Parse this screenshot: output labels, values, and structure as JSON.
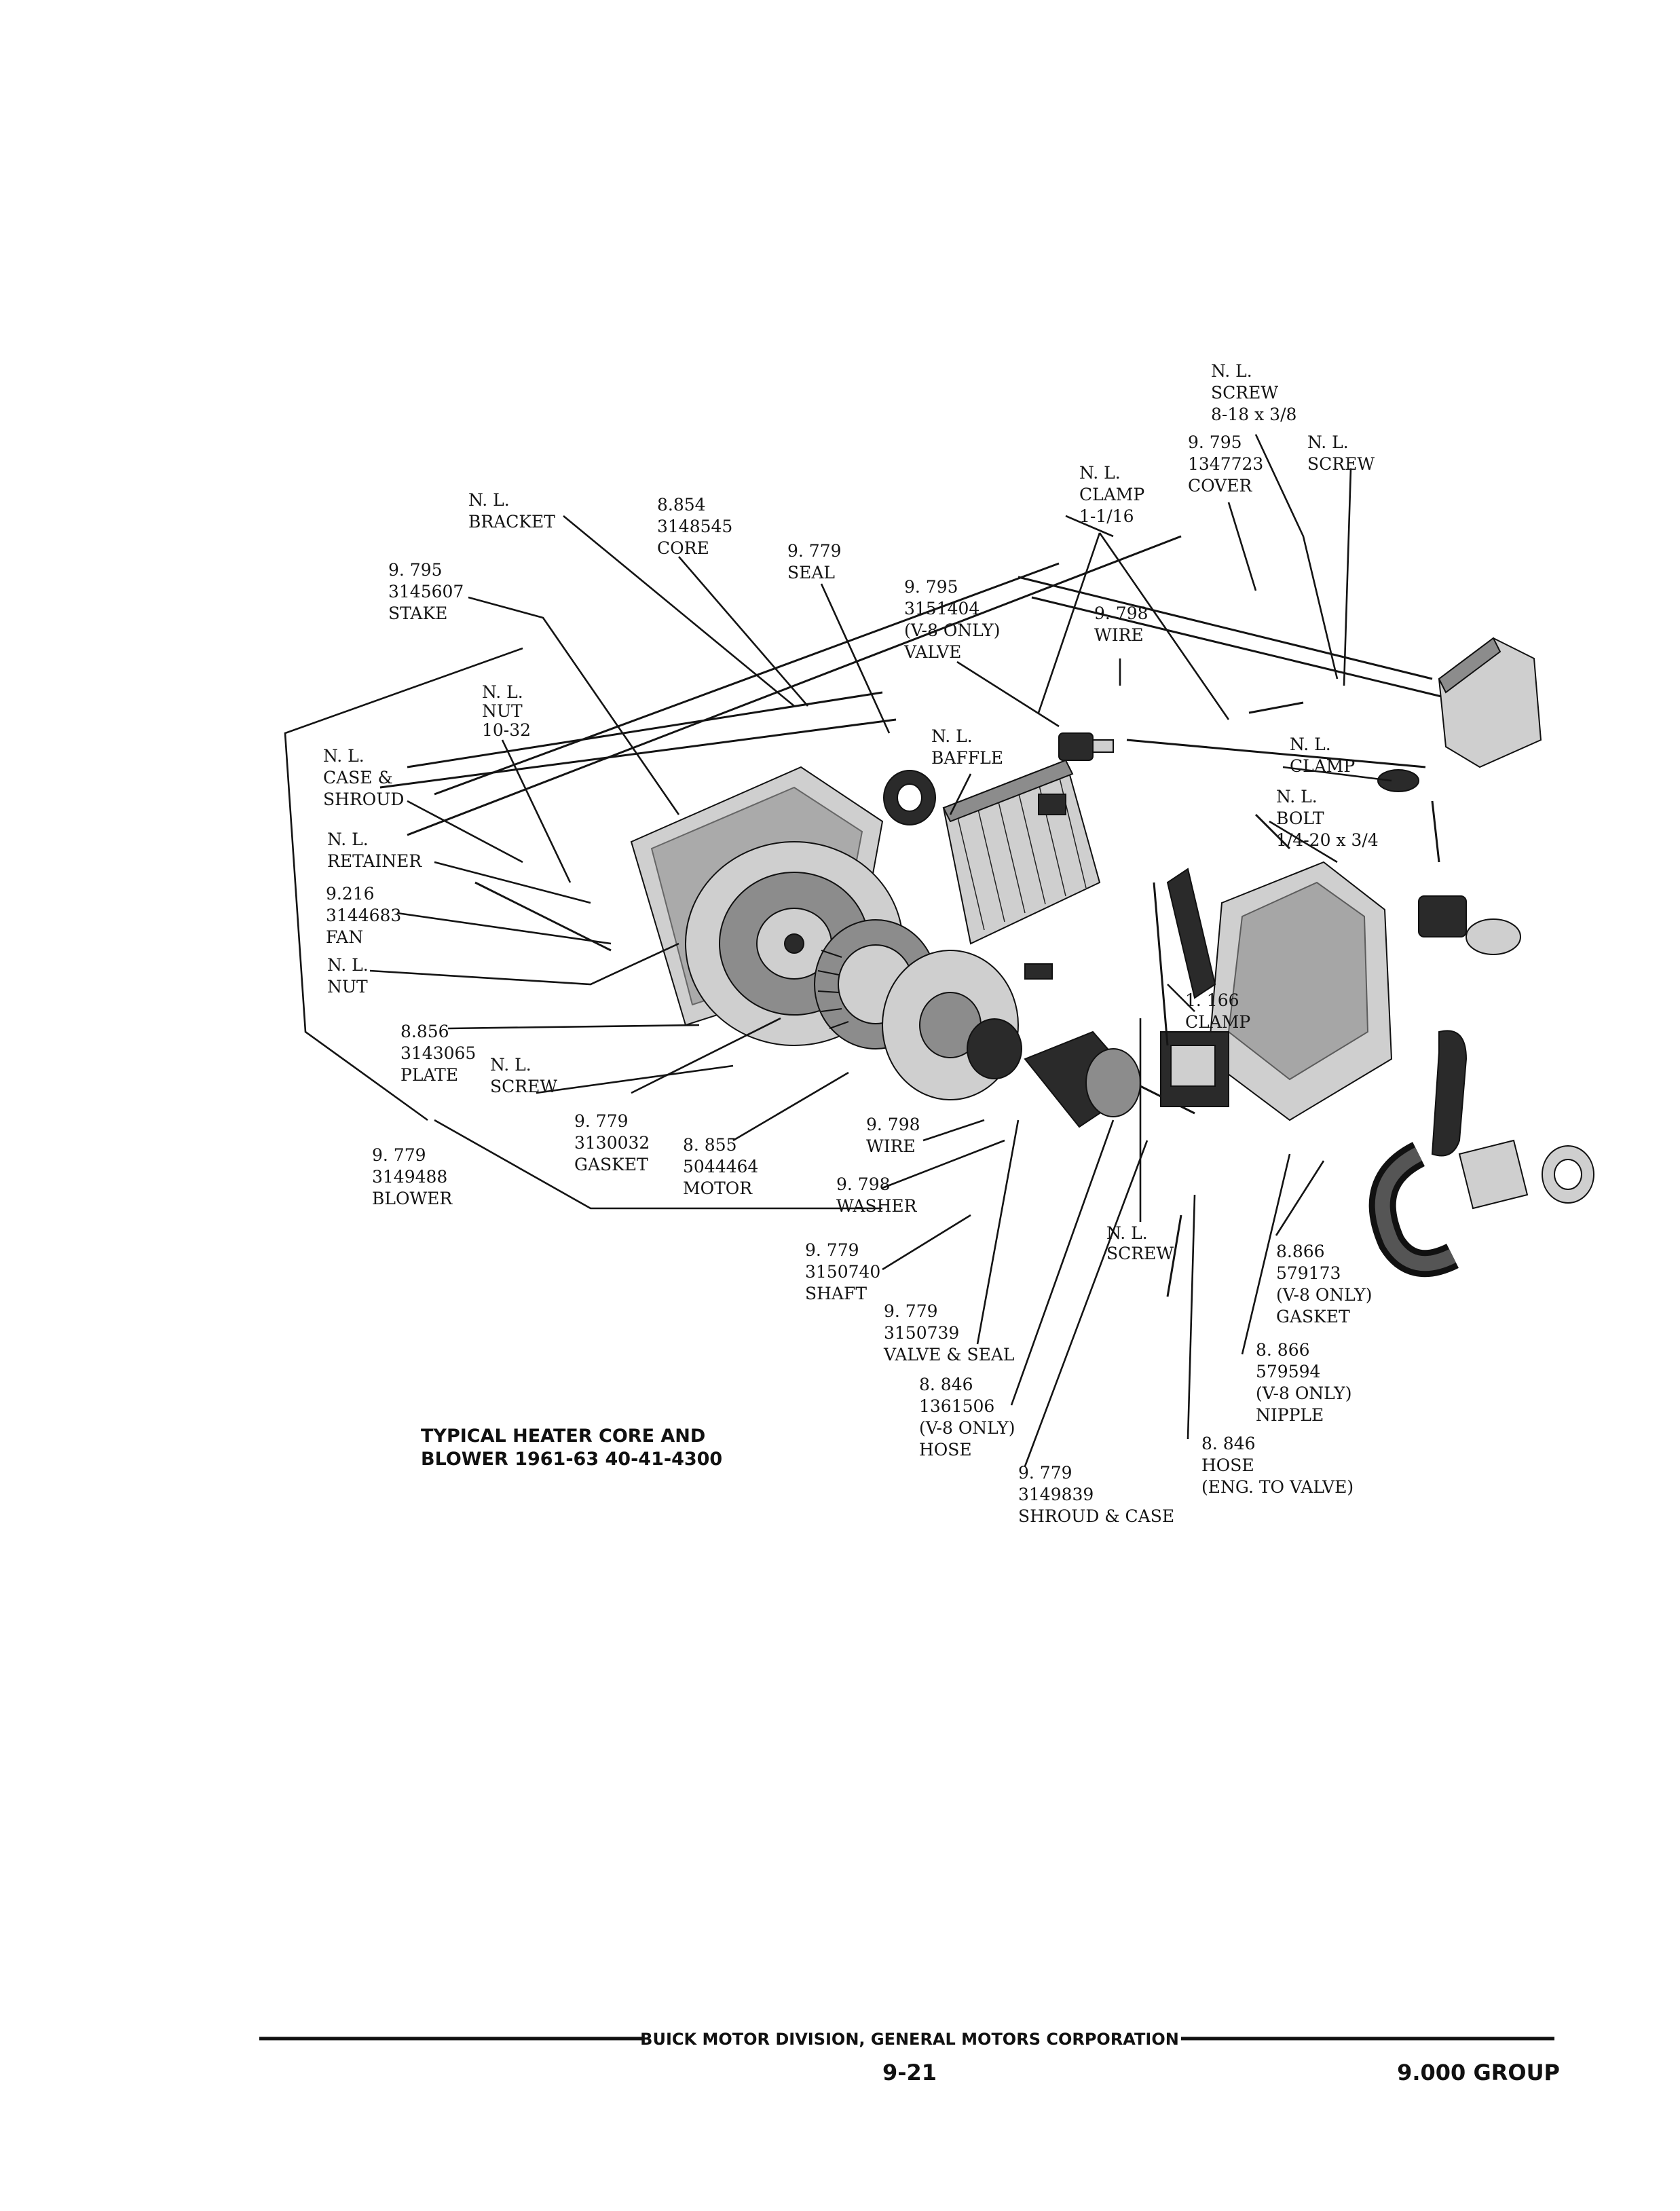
{
  "diagram_title": [
    "TYPICAL HEATER CORE AND",
    "BLOWER 1961-63   40-41-4300"
  ],
  "footer": {
    "division": "BUICK MOTOR DIVISION, GENERAL MOTORS CORPORATION",
    "page": "9-21",
    "group": "9.000 GROUP"
  },
  "callouts": [
    {
      "id": "screw-8-18",
      "lines": [
        "N. L.",
        "SCREW",
        "8-18 x 3/8"
      ]
    },
    {
      "id": "cover",
      "lines": [
        "9. 795",
        "1347723",
        "COVER"
      ]
    },
    {
      "id": "screw-top",
      "lines": [
        "N. L.",
        "SCREW"
      ]
    },
    {
      "id": "clamp-1-1-16",
      "lines": [
        "N. L.",
        "CLAMP",
        "1-1/16"
      ]
    },
    {
      "id": "bracket",
      "lines": [
        "N. L.",
        "BRACKET"
      ]
    },
    {
      "id": "core",
      "lines": [
        "8.854",
        "3148545",
        "CORE"
      ]
    },
    {
      "id": "seal",
      "lines": [
        "9. 779",
        "SEAL"
      ]
    },
    {
      "id": "stake",
      "lines": [
        "9. 795",
        "3145607",
        "STAKE"
      ]
    },
    {
      "id": "valve",
      "lines": [
        "9. 795",
        "3151404",
        "(V-8 ONLY)",
        "VALVE"
      ]
    },
    {
      "id": "wire-top",
      "lines": [
        "9. 798",
        "WIRE"
      ]
    },
    {
      "id": "nut-10-32",
      "lines": [
        "N. L.",
        "NUT",
        "10-32"
      ]
    },
    {
      "id": "baffle",
      "lines": [
        "N. L.",
        "BAFFLE"
      ]
    },
    {
      "id": "clamp-right",
      "lines": [
        "N. L.",
        "CLAMP"
      ]
    },
    {
      "id": "bolt",
      "lines": [
        "N. L.",
        "BOLT",
        "1/4-20 x 3/4"
      ]
    },
    {
      "id": "case-shroud",
      "lines": [
        "N. L.",
        "CASE &",
        "SHROUD"
      ]
    },
    {
      "id": "retainer",
      "lines": [
        "N. L.",
        "RETAINER"
      ]
    },
    {
      "id": "fan",
      "lines": [
        "9.216",
        "3144683",
        "FAN"
      ]
    },
    {
      "id": "nut",
      "lines": [
        "N. L.",
        "NUT"
      ]
    },
    {
      "id": "clamp-166",
      "lines": [
        "1. 166",
        "CLAMP"
      ]
    },
    {
      "id": "plate",
      "lines": [
        "8.856",
        "3143065",
        "PLATE"
      ]
    },
    {
      "id": "screw-left",
      "lines": [
        "N. L.",
        "SCREW"
      ]
    },
    {
      "id": "gasket-left",
      "lines": [
        "9. 779",
        "3130032",
        "GASKET"
      ]
    },
    {
      "id": "motor",
      "lines": [
        "8. 855",
        "5044464",
        "MOTOR"
      ]
    },
    {
      "id": "wire-mid",
      "lines": [
        "9. 798",
        "WIRE"
      ]
    },
    {
      "id": "blower",
      "lines": [
        "9. 779",
        "3149488",
        "BLOWER"
      ]
    },
    {
      "id": "washer",
      "lines": [
        "9. 798",
        "WASHER"
      ]
    },
    {
      "id": "screw-bottom",
      "lines": [
        "N. L.",
        "SCREW"
      ]
    },
    {
      "id": "gasket-right",
      "lines": [
        "8.866",
        "579173",
        "(V-8 ONLY)",
        "GASKET"
      ]
    },
    {
      "id": "shaft",
      "lines": [
        "9. 779",
        "3150740",
        "SHAFT"
      ]
    },
    {
      "id": "valve-seal",
      "lines": [
        "9. 779",
        "3150739",
        "VALVE & SEAL"
      ]
    },
    {
      "id": "nipple",
      "lines": [
        "8. 866",
        "579594",
        "(V-8 ONLY)",
        "NIPPLE"
      ]
    },
    {
      "id": "hose-left",
      "lines": [
        "8. 846",
        "1361506",
        "(V-8 ONLY)",
        "HOSE"
      ]
    },
    {
      "id": "hose-right",
      "lines": [
        "8. 846",
        "HOSE",
        "(ENG.  TO VALVE)"
      ]
    },
    {
      "id": "shroud-case",
      "lines": [
        "9. 779",
        "3149839",
        "SHROUD & CASE"
      ]
    }
  ]
}
